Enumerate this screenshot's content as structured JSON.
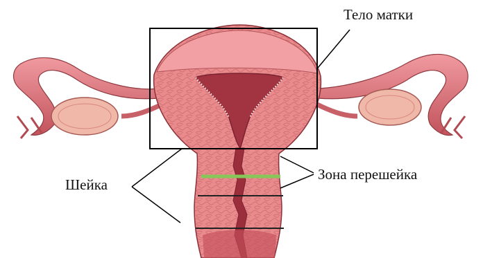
{
  "labels": {
    "uterus_body": "Тело матки",
    "isthmus_zone": "Зона перешейка",
    "cervix": "Шейка"
  },
  "colors": {
    "tissue": "#e8868a",
    "tissue_dark": "#b8484f",
    "cavity": "#a23340",
    "ovary": "#f0b8a8",
    "isthmus_line": "#86c75a",
    "annotation": "#000000"
  }
}
